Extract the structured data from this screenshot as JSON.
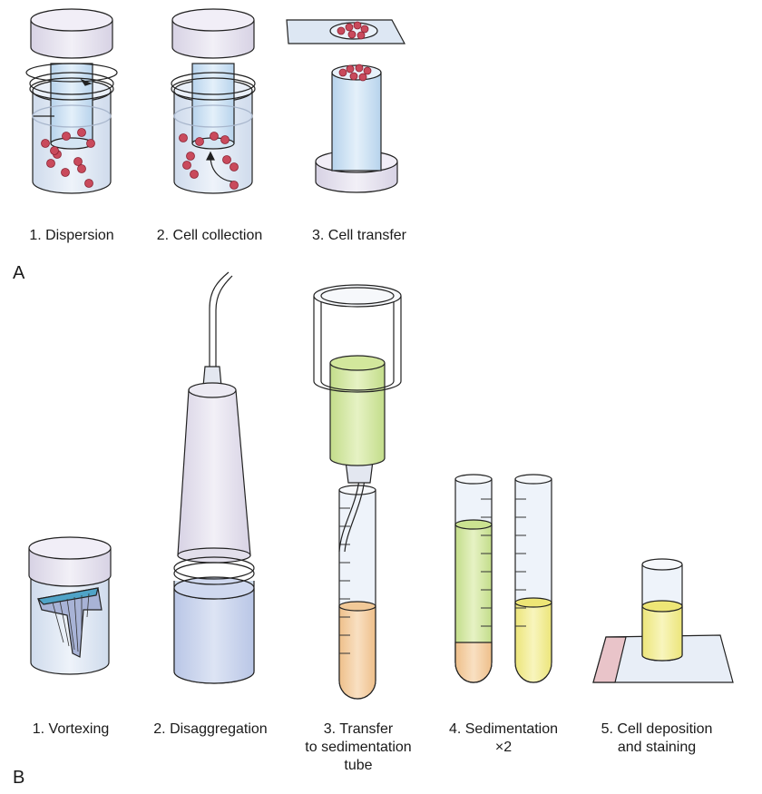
{
  "panel_a": {
    "letter": "A",
    "steps": [
      "1. Dispersion",
      "2. Cell collection",
      "3. Cell transfer"
    ]
  },
  "panel_b": {
    "letter": "B",
    "steps": [
      [
        "1. Vortexing"
      ],
      [
        "2. Disaggregation"
      ],
      [
        "3. Transfer",
        "to sedimentation",
        "tube"
      ],
      [
        "4. Sedimentation",
        "×2"
      ],
      [
        "5. Cell deposition",
        "and staining"
      ]
    ]
  },
  "colors": {
    "cap": "#e6e2ef",
    "glass": "#dfe8f4",
    "filter": "#cfe3f3",
    "cell": "#c94a5c",
    "green_fluid": "#d6e9a8",
    "orange_fluid": "#f3cfa4",
    "yellow_fluid": "#f3ef95",
    "slide_pink": "#e9c4c9"
  }
}
